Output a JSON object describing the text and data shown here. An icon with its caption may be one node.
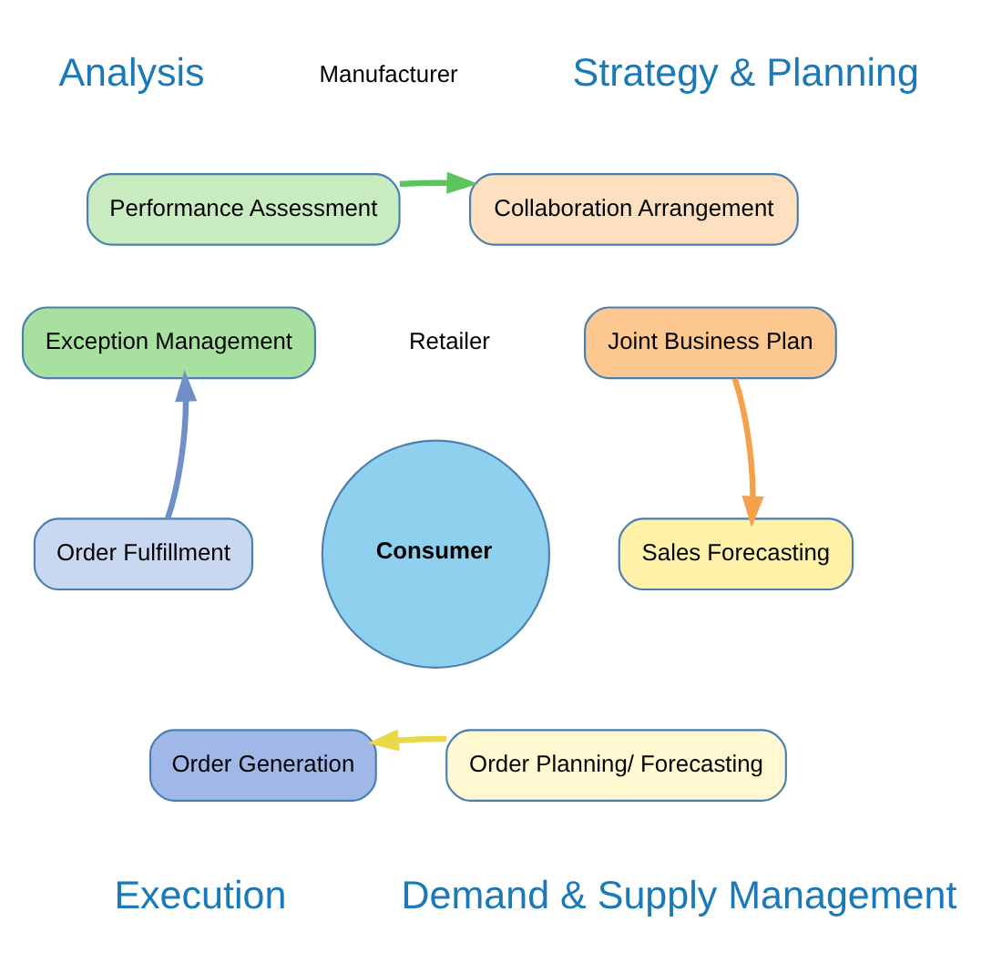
{
  "diagram": {
    "nodes": [
      {
        "text": [
          "Performance Assessment"
        ]
      },
      {
        "text": [
          "Collaboration Arrangement"
        ]
      },
      {
        "text": [
          "Exception Management"
        ]
      },
      {
        "text": [
          "Joint Business Plan"
        ]
      },
      {
        "text": [
          "Consumer"
        ]
      },
      {
        "text": [
          "Sales Forecasting"
        ]
      },
      {
        "text": [
          "Order Fulfillment"
        ]
      },
      {
        "text": [
          "Order Generation"
        ]
      },
      {
        "text": [
          "Order Planning/ Forecasting"
        ]
      }
    ],
    "edges": [
      {
        "from": 0,
        "to": 1,
        "arrow": "to",
        "color": "#5cc45c"
      },
      {
        "from": 3,
        "to": 5,
        "arrow": "to",
        "color": "#f5a04a"
      },
      {
        "from": 8,
        "to": 7,
        "arrow": "to",
        "color": "#e8d84a"
      },
      {
        "from": 6,
        "to": 2,
        "arrow": "to",
        "color": "#6f8fc8"
      }
    ],
    "labels": [
      "Analysis",
      "Manufacturer",
      "Strategy & Planning",
      "Retailer",
      "Execution",
      "Demand & Supply Management"
    ]
  }
}
